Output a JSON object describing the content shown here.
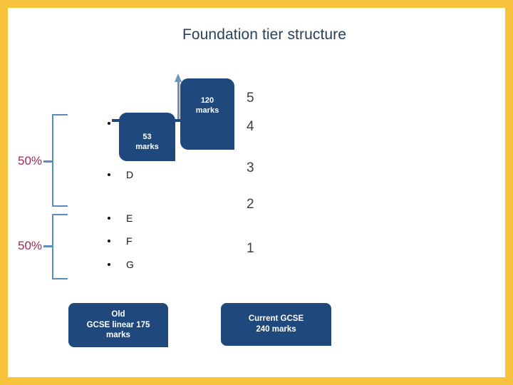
{
  "slide": {
    "title": "Foundation tier structure",
    "border_color": "#F7C33C",
    "box_color": "#1F497D",
    "brace_color": "#5B8CC0",
    "percent_color": "#9E2A55",
    "title_color": "#2A4058",
    "grade_number_color": "#3F3F3F"
  },
  "boxes": {
    "marks_53": "53\nmarks",
    "marks_53_value": "53",
    "marks_53_unit": "marks",
    "marks_120_value": "120",
    "marks_120_unit": "marks",
    "old_gcse_line1": "Old",
    "old_gcse_line2": "GCSE linear 175",
    "old_gcse_line3": "marks",
    "current_gcse_line1": "Current GCSE",
    "current_gcse_line2": "240 marks"
  },
  "braces": [
    {
      "label": "50%"
    },
    {
      "label": "50%"
    }
  ],
  "old_grades": [
    {
      "label": ""
    },
    {
      "label": "D"
    },
    {
      "label": "E"
    },
    {
      "label": "F"
    },
    {
      "label": "G"
    }
  ],
  "new_grades": [
    {
      "label": "5"
    },
    {
      "label": "4"
    },
    {
      "label": "3"
    },
    {
      "label": "2"
    },
    {
      "label": "1"
    }
  ],
  "icons": {
    "up_arrow": "up-arrow-icon"
  }
}
